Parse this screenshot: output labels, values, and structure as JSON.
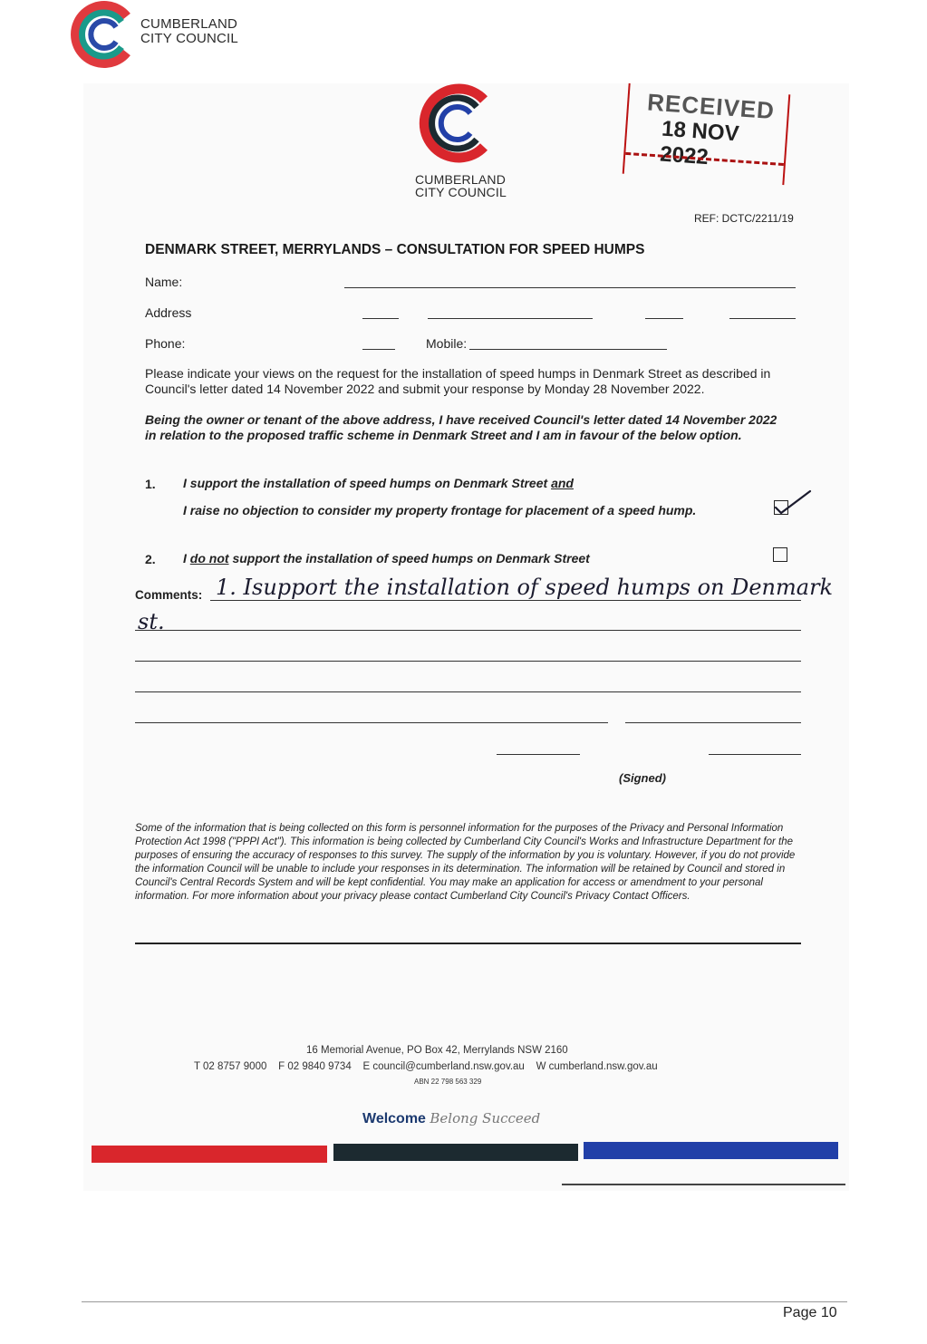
{
  "council": {
    "name_line1": "CUMBERLAND",
    "name_line2": "CITY COUNCIL",
    "colors": {
      "red": "#e03a3e",
      "teal": "#1a9a8a",
      "blue": "#2a4aa8",
      "dark": "#1c2a30"
    }
  },
  "stamp": {
    "title": "RECEIVED",
    "date": "18 NOV 2022"
  },
  "form": {
    "ref": "REF: DCTC/2211/19",
    "title": "DENMARK STREET, MERRYLANDS – CONSULTATION FOR SPEED HUMPS",
    "name_label": "Name:",
    "address_label": "Address",
    "phone_label": "Phone:",
    "mobile_label": "Mobile:",
    "intro": "Please indicate your views on the request for the installation of speed humps in Denmark Street as described in Council's letter dated 14 November 2022 and submit your response by Monday 28 November 2022.",
    "statement": "Being the owner or tenant of the above address, I have received Council's letter dated 14 November 2022 in relation to the proposed traffic scheme in Denmark Street and I am in favour of the below option.",
    "option1_num": "1.",
    "option1_line1": "I support the installation of speed humps on Denmark Street",
    "option1_and": "and",
    "option1_line2": "I raise no objection to consider my property frontage for placement of a speed hump.",
    "option1_checked": true,
    "option2_num": "2.",
    "option2_pre": "I",
    "option2_donot": "do not",
    "option2_post": "support the installation of speed humps on Denmark Street",
    "option2_checked": false,
    "comments_label": "Comments:",
    "comment_line1": "1. Isupport the installation of speed humps on Denmark",
    "comment_line2": "st.",
    "signed_label": "(Signed)",
    "privacy": "Some of the information that is being collected on this form is personnel information for the purposes of the Privacy and Personal Information Protection Act 1998 (\"PPPI Act\"). This information is being collected by Cumberland City Council's Works and Infrastructure Department for the purposes of ensuring the accuracy of responses to this survey. The supply of the information by you is voluntary. However, if you do not provide the information Council will be unable to include your responses in its determination. The information will be retained by Council and stored in Council's Central Records System and will be kept confidential. You may make an application for access or amendment to your personal information. For more information about your privacy please contact Cumberland City Council's Privacy Contact Officers."
  },
  "footer": {
    "address": "16 Memorial Avenue, PO Box 42, Merrylands NSW 2160",
    "phone": "T 02 8757 9000",
    "fax": "F 02 9840 9734",
    "email": "E council@cumberland.nsw.gov.au",
    "web": "W cumberland.nsw.gov.au",
    "abn": "ABN 22 798 563 329",
    "tagline_welcome": "Welcome",
    "tagline_rest": "Belong Succeed",
    "bar_colors": [
      "#d9262c",
      "#1c2a30",
      "#2240a8"
    ]
  },
  "page": {
    "number": "Page 10"
  }
}
